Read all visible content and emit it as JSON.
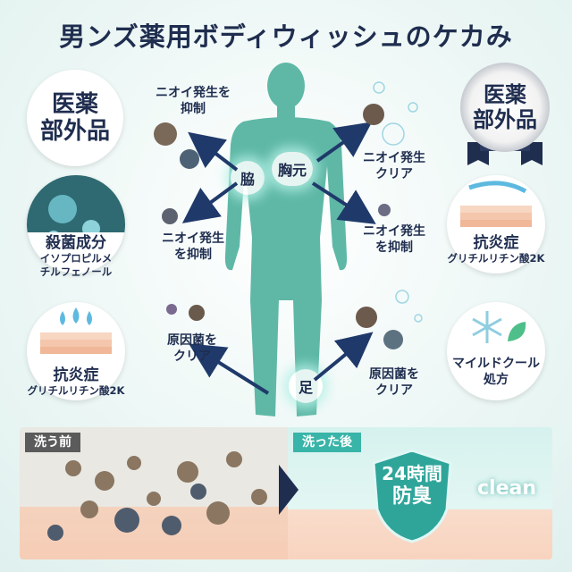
{
  "title": "男ンズ薬用ボディウィッシュのケカみ",
  "badges": {
    "left": [
      "医薬",
      "部外品"
    ],
    "right": [
      "医薬",
      "部外品"
    ]
  },
  "callouts": {
    "armpit_top": [
      "ニオイ発生を",
      "抑制"
    ],
    "armpit_bottom": [
      "ニオイ発生",
      "を抑制"
    ],
    "chest_top": [
      "ニオイ発生",
      "クリア"
    ],
    "chest_bottom": [
      "ニオイ発生",
      "を抑制"
    ],
    "foot_left": [
      "原因菌を",
      "クリア"
    ],
    "foot_right": [
      "原因菌を",
      "クリア"
    ]
  },
  "zones": {
    "armpit": "脇",
    "chest": "胸元",
    "foot": "足"
  },
  "features": {
    "left_1": {
      "main": "殺菌成分",
      "sub": [
        "イソプロピルメ",
        "チルフェノール"
      ]
    },
    "left_2": {
      "main": "抗炎症",
      "sub": [
        "グリチルリチン酸2K"
      ]
    },
    "right_1": {
      "main": "抗炎症",
      "sub": [
        "グリチルリチン酸2K"
      ]
    },
    "right_2": {
      "main": [
        "マイルドクール",
        "処方"
      ]
    }
  },
  "comparison": {
    "before_label": "洗う前",
    "after_label": "洗った後",
    "shield": [
      "24時間",
      "防臭"
    ],
    "clean": "clean"
  },
  "colors": {
    "navy": "#1f2d4f",
    "body": "#5fb8a6",
    "teal": "#39b4a8"
  }
}
